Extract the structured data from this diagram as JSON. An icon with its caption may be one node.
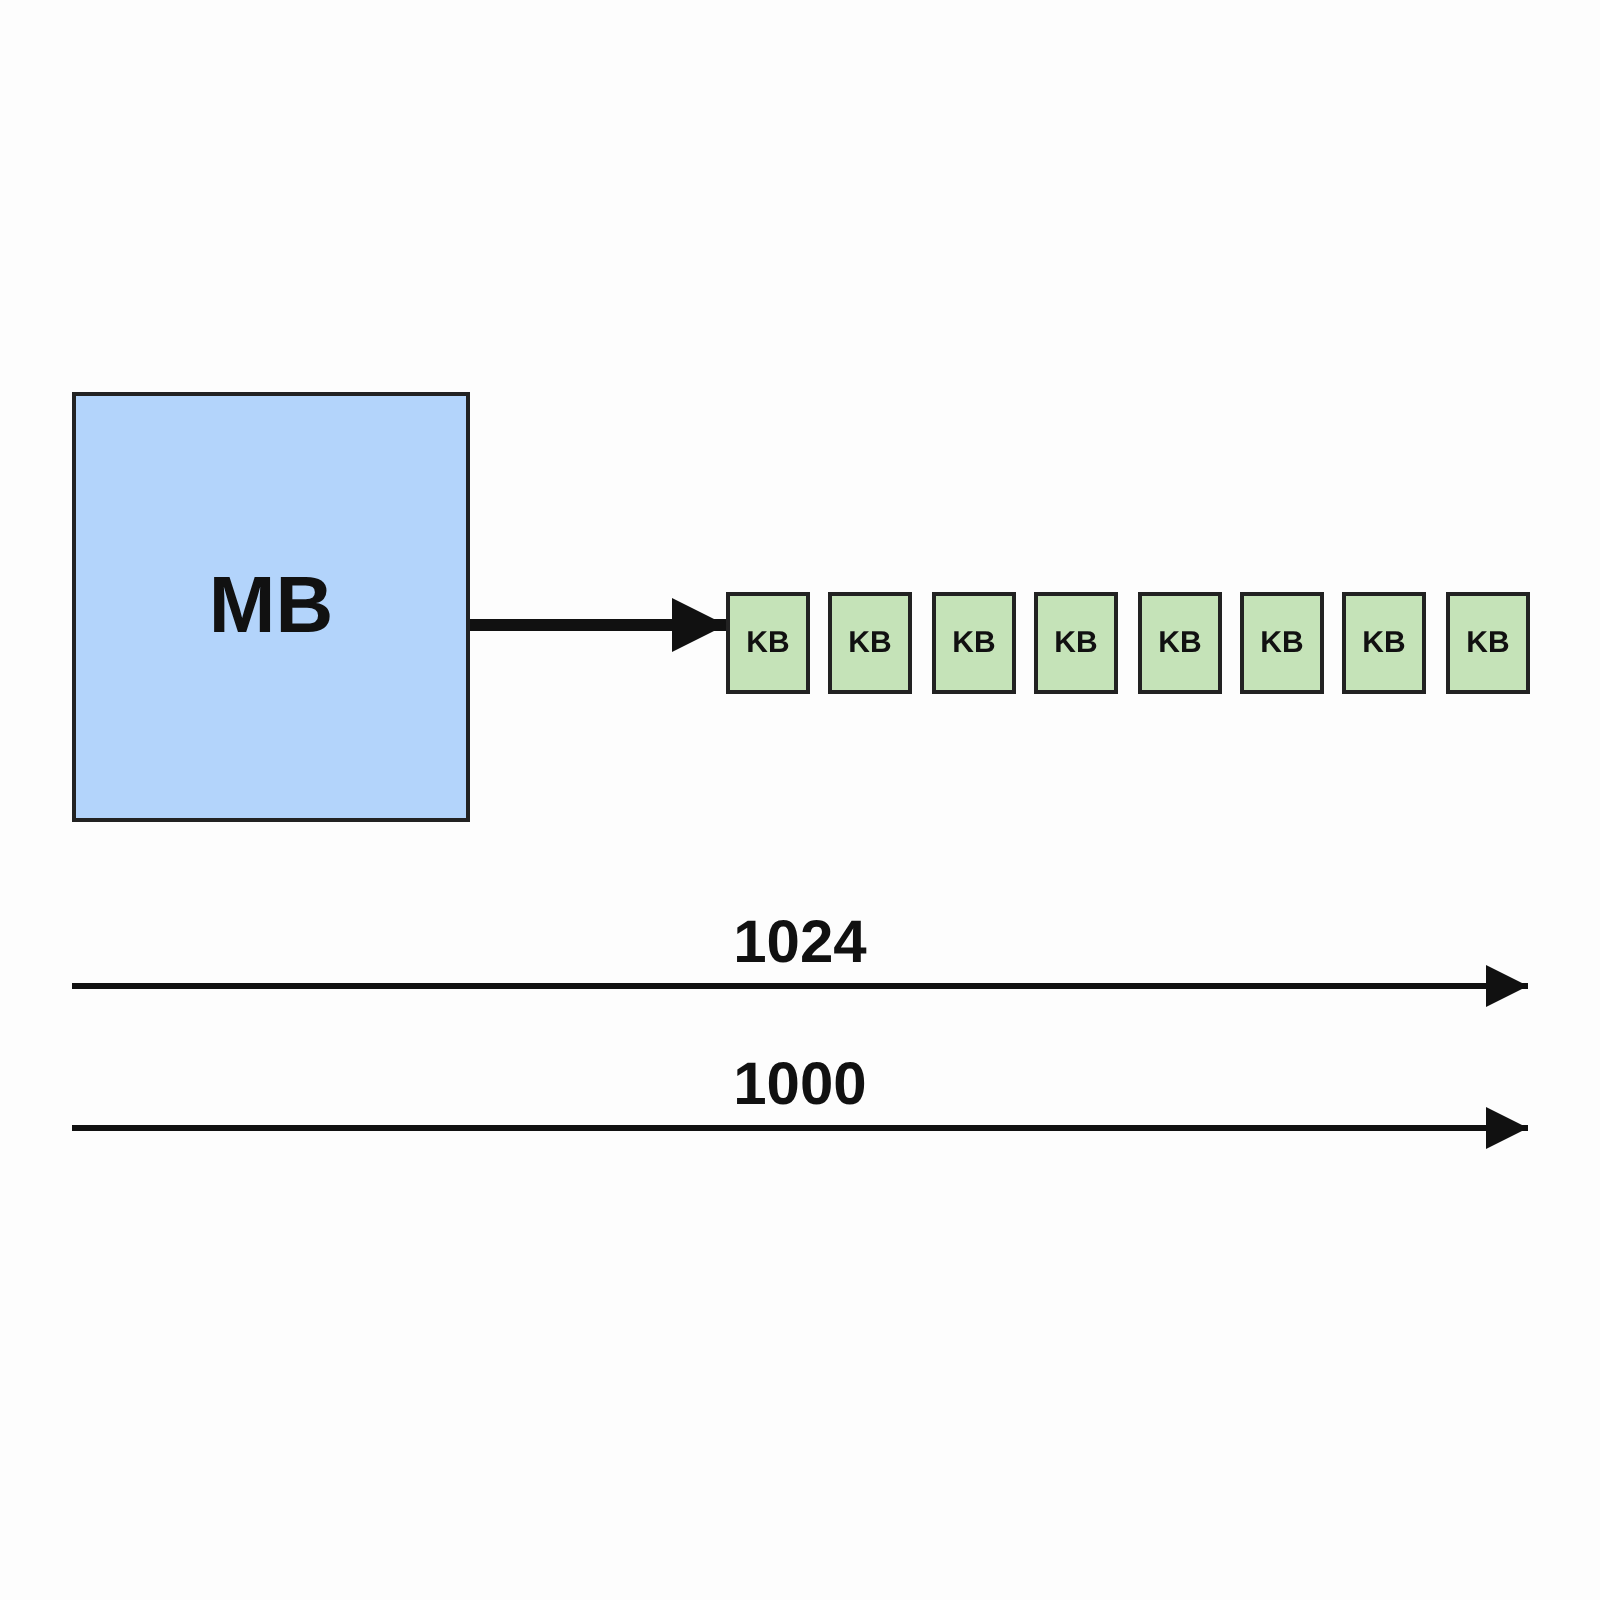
{
  "diagram": {
    "nodes": [
      {
        "text": [
          "MB"
        ]
      },
      {
        "text": [
          "KB"
        ]
      },
      {
        "text": [
          "KB"
        ]
      },
      {
        "text": [
          "KB"
        ]
      },
      {
        "text": [
          "KB"
        ]
      },
      {
        "text": [
          "KB"
        ]
      },
      {
        "text": [
          "KB"
        ]
      },
      {
        "text": [
          "KB"
        ]
      },
      {
        "text": [
          "KB"
        ]
      }
    ],
    "edges": [
      {
        "from": 0,
        "to": 1,
        "arrow": "to"
      }
    ],
    "labels": [
      "1024",
      "1000"
    ]
  }
}
